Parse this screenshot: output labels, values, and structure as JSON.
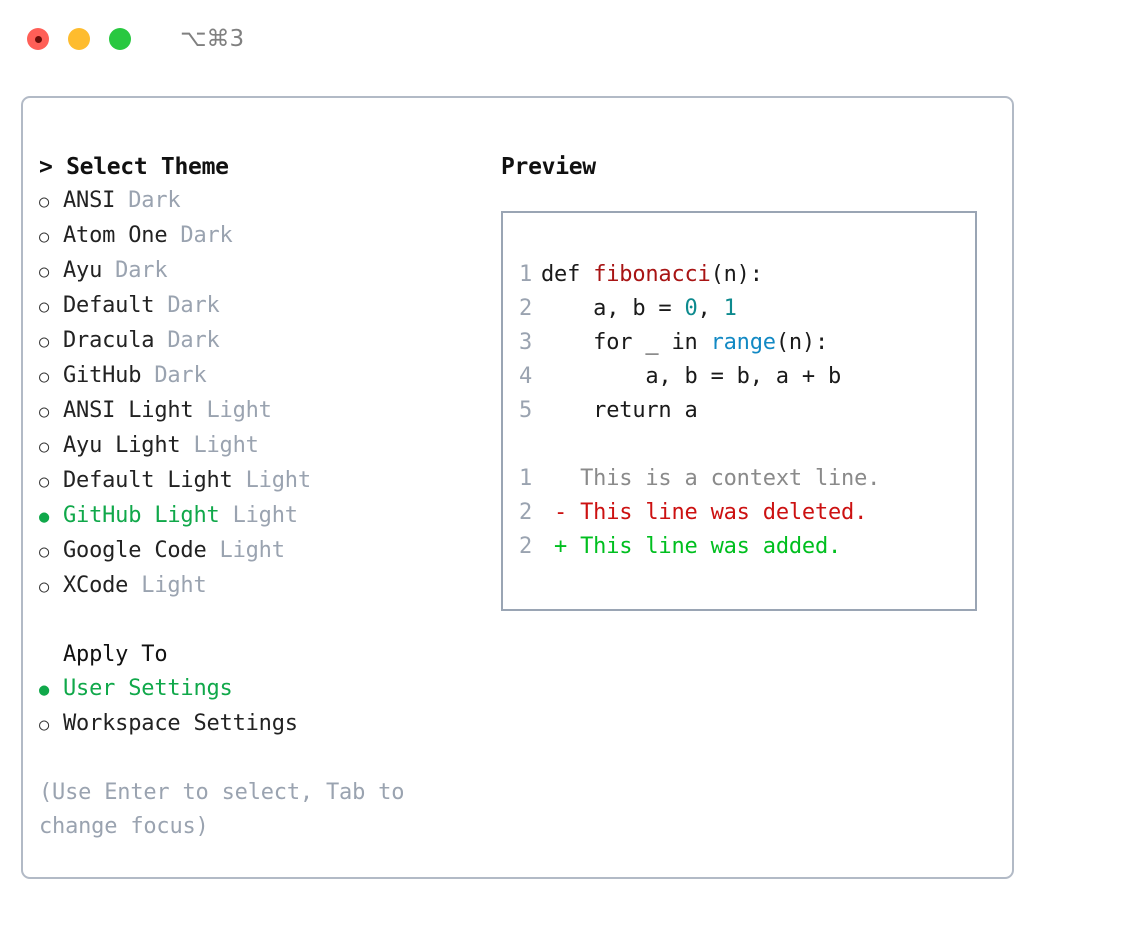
{
  "titlebar": {
    "shortcut": "⌥⌘3",
    "buttons": [
      {
        "name": "close",
        "color": "#ff5f57"
      },
      {
        "name": "minimize",
        "color": "#febc2e"
      },
      {
        "name": "maximize",
        "color": "#28c840"
      }
    ]
  },
  "theme_panel": {
    "header": "> Select Theme",
    "themes": [
      {
        "name": "ANSI",
        "variant": "Dark",
        "selected": false,
        "marker": "○"
      },
      {
        "name": "Atom One",
        "variant": "Dark",
        "selected": false,
        "marker": "○"
      },
      {
        "name": "Ayu",
        "variant": "Dark",
        "selected": false,
        "marker": "○"
      },
      {
        "name": "Default",
        "variant": "Dark",
        "selected": false,
        "marker": "○"
      },
      {
        "name": "Dracula",
        "variant": "Dark",
        "selected": false,
        "marker": "○"
      },
      {
        "name": "GitHub",
        "variant": "Dark",
        "selected": false,
        "marker": "○"
      },
      {
        "name": "ANSI Light",
        "variant": "Light",
        "selected": false,
        "marker": "○"
      },
      {
        "name": "Ayu Light",
        "variant": "Light",
        "selected": false,
        "marker": "○"
      },
      {
        "name": "Default Light",
        "variant": "Light",
        "selected": false,
        "marker": "○"
      },
      {
        "name": "GitHub Light",
        "variant": "Light",
        "selected": true,
        "marker": "●"
      },
      {
        "name": "Google Code",
        "variant": "Light",
        "selected": false,
        "marker": "○"
      },
      {
        "name": "XCode",
        "variant": "Light",
        "selected": false,
        "marker": "○"
      }
    ],
    "apply_to": {
      "header": "Apply To",
      "options": [
        {
          "label": "User Settings",
          "selected": true,
          "marker": "●"
        },
        {
          "label": "Workspace Settings",
          "selected": false,
          "marker": "○"
        }
      ]
    },
    "hint": "(Use Enter to select, Tab to change focus)"
  },
  "preview": {
    "header": "Preview",
    "code_lines": [
      {
        "number": "1",
        "tokens": [
          {
            "text": "def ",
            "kind": "plain"
          },
          {
            "text": "fibonacci",
            "kind": "func"
          },
          {
            "text": "(n):",
            "kind": "plain"
          }
        ]
      },
      {
        "number": "2",
        "tokens": [
          {
            "text": "    a, b = ",
            "kind": "plain"
          },
          {
            "text": "0",
            "kind": "num"
          },
          {
            "text": ", ",
            "kind": "plain"
          },
          {
            "text": "1",
            "kind": "num"
          }
        ]
      },
      {
        "number": "3",
        "tokens": [
          {
            "text": "    for _ in ",
            "kind": "plain"
          },
          {
            "text": "range",
            "kind": "builtin"
          },
          {
            "text": "(n):",
            "kind": "plain"
          }
        ]
      },
      {
        "number": "4",
        "tokens": [
          {
            "text": "        a, b = b, a + b",
            "kind": "plain"
          }
        ]
      },
      {
        "number": "5",
        "tokens": [
          {
            "text": "    return a",
            "kind": "plain"
          }
        ]
      }
    ],
    "diff_lines": [
      {
        "number": "1",
        "sign": " ",
        "text": " This is a context line.",
        "kind": "context"
      },
      {
        "number": "2",
        "sign": "-",
        "text": " This line was deleted.",
        "kind": "deleted"
      },
      {
        "number": "2",
        "sign": "+",
        "text": " This line was added.",
        "kind": "added"
      }
    ]
  },
  "colors": {
    "selection_green": "#10a84a",
    "diff_added": "#00bf1f",
    "diff_deleted": "#cc1111",
    "muted": "#9aa3b0",
    "border": "#b2bac6",
    "preview_border": "#9aa5b4",
    "syntax_function": "#a81414",
    "syntax_number": "#0d8a8e",
    "syntax_builtin": "#1289c4"
  }
}
